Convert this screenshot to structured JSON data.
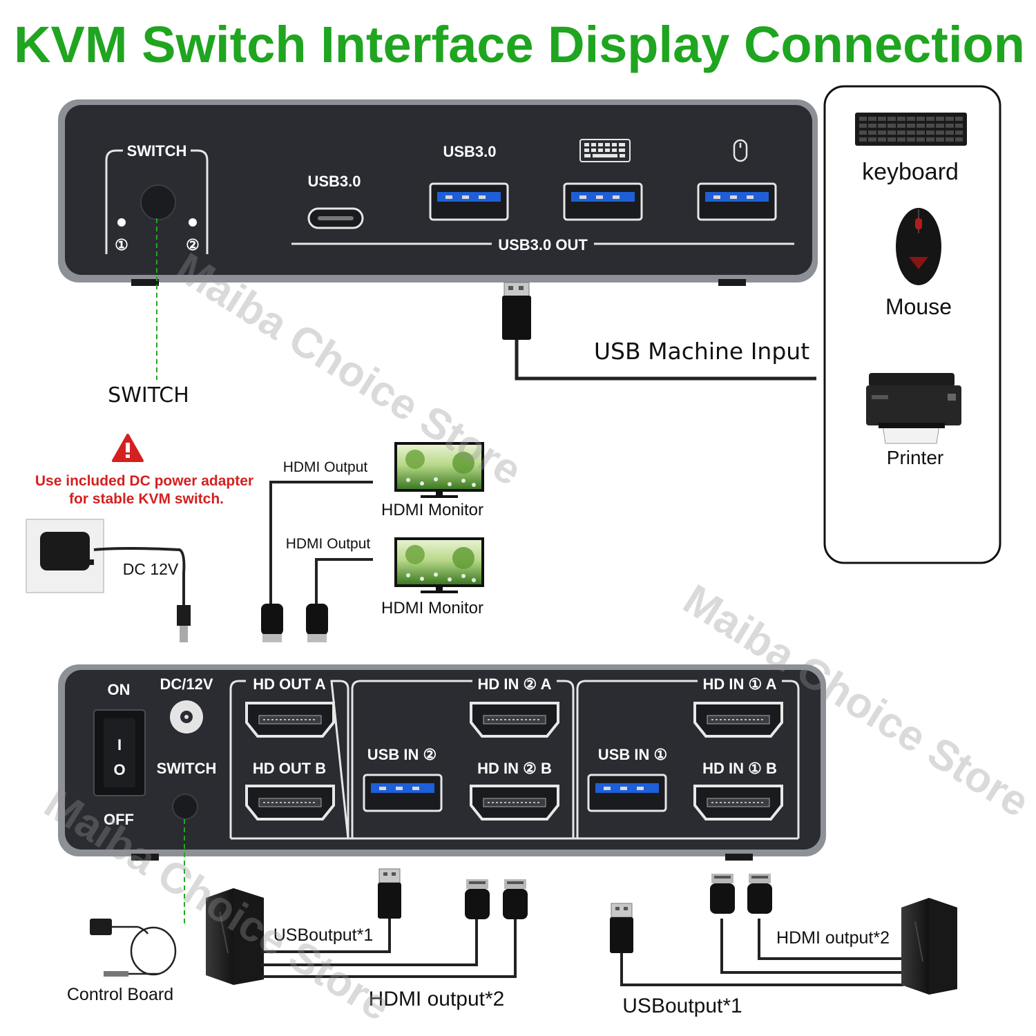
{
  "title": "KVM Switch Interface Display Connection",
  "colors": {
    "title": "#1fa51f",
    "panel": "#2a2c31",
    "panel_rim": "#8d9096",
    "usb_blue": "#1e5fd8",
    "warning": "#d42020",
    "switch_line": "#23a823"
  },
  "front_panel": {
    "switch_label": "SWITCH",
    "led1": "①",
    "led2": "②",
    "usbc_label": "USB3.0",
    "usb_label": "USB3.0",
    "keyboard_icon": "keyboard-icon",
    "mouse_icon": "mouse-icon",
    "out_label": "USB3.0 OUT"
  },
  "peripherals": {
    "keyboard": "keyboard",
    "mouse": "Mouse",
    "printer": "Printer"
  },
  "usb_machine_input": "USB Machine Input",
  "switch_caption": "SWITCH",
  "warning": {
    "icon": "warning-icon",
    "line1": "Use included DC power adapter",
    "line2": "for stable KVM switch."
  },
  "dc_label": "DC 12V",
  "hdmi_output_1": "HDMI Output",
  "hdmi_output_2": "HDMI Output",
  "monitor_1": "HDMI Monitor",
  "monitor_2": "HDMI Monitor",
  "rear_panel": {
    "on": "ON",
    "off": "OFF",
    "power_i": "I",
    "power_o": "O",
    "dc": "DC/12V",
    "switch": "SWITCH",
    "hd_out_a": "HD OUT A",
    "hd_out_b": "HD OUT B",
    "usb_in_2": "USB IN ②",
    "hd_in_2a": "HD IN ② A",
    "hd_in_2b": "HD IN ② B",
    "usb_in_1": "USB IN ①",
    "hd_in_1a": "HD IN ① A",
    "hd_in_1b": "HD IN ① B"
  },
  "control_board": "Control Board",
  "left_pc": {
    "usb": "USBoutput*1",
    "hdmi": "HDMI output*2"
  },
  "right_pc": {
    "hdmi": "HDMI output*2",
    "usb": "USBoutput*1"
  },
  "watermark": "Maiba Choice Store"
}
